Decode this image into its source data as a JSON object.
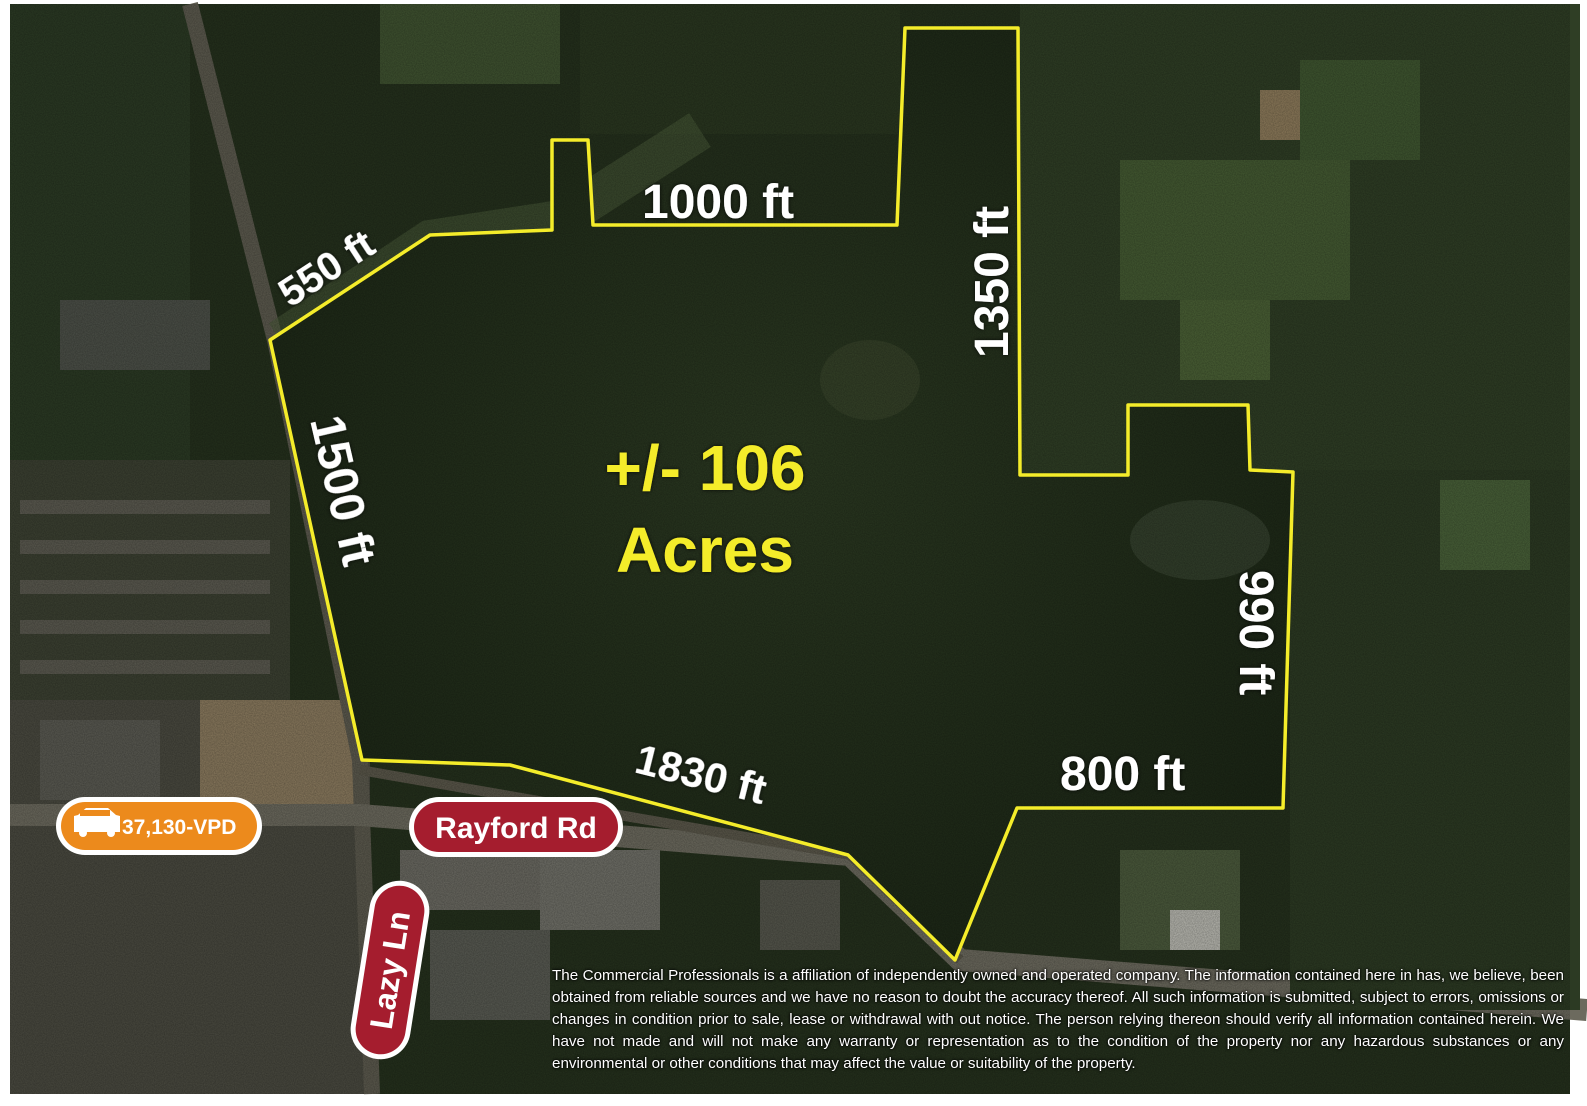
{
  "map": {
    "colors": {
      "boundary": "#f4ec2a",
      "headline": "#f4ec2a",
      "dimension_text": "#ffffff",
      "road_badge": "#a51d2e",
      "traffic_badge": "#ec8a1c"
    },
    "area": {
      "line1": "+/- 106",
      "line2": "Acres"
    },
    "dimensions": {
      "nw_diagonal": "550 ft",
      "north_top": "1000 ft",
      "east_upper": "1350 ft",
      "west": "1500 ft",
      "south_diagonal": "1830 ft",
      "east_lower": "990 ft",
      "south_east": "800 ft"
    },
    "roads": {
      "rayford": "Rayford Rd",
      "lazy": "Lazy Ln"
    },
    "traffic": {
      "icon": "car-icon",
      "count": "37,130-VPD"
    },
    "disclaimer": "The Commercial Professionals is a affiliation of independently owned and operated company. The information contained here in has, we believe, been obtained from reliable sources and we have no reason to doubt the accuracy thereof. All such information is submitted, subject to errors, omissions or changes in condition prior to sale, lease or withdrawal with out notice. The person relying thereon should verify all information contained herein. We have not made and will not make any warranty or representation as to the condition of the property nor any hazardous substances or any environmental or other conditions that may affect the value or suitability of the property."
  }
}
